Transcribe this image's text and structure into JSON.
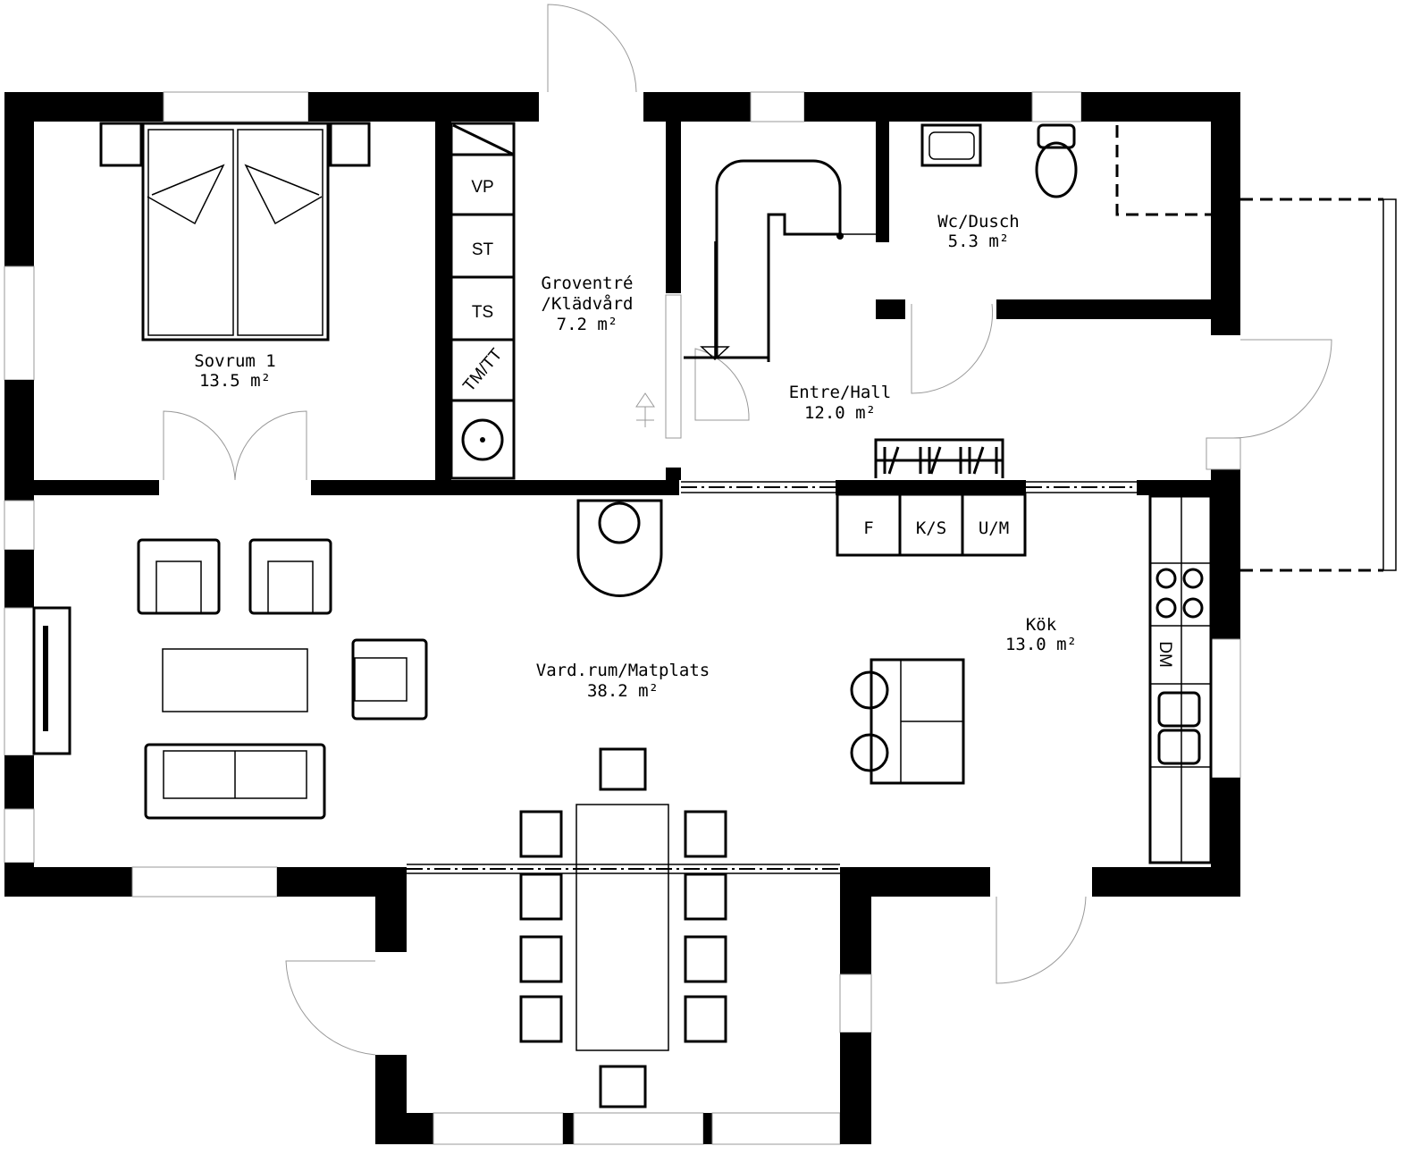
{
  "rooms": [
    {
      "name": "Sovrum 1",
      "area": "13.5 m²"
    },
    {
      "name": "Groventré",
      "name2": "/Klädvård",
      "area": "7.2 m²"
    },
    {
      "name": "Wc/Dusch",
      "area": "5.3 m²"
    },
    {
      "name": "Entre/Hall",
      "area": "12.0 m²"
    },
    {
      "name": "Kök",
      "area": "13.0 m²"
    },
    {
      "name": "Vard.rum/Matplats",
      "area": "38.2 m²"
    }
  ],
  "closet_labels": [
    "VP",
    "ST",
    "TS",
    "TM/TT"
  ],
  "cabinet_labels": [
    "F",
    "K/S",
    "U/M"
  ],
  "kitchen_label": "DM"
}
